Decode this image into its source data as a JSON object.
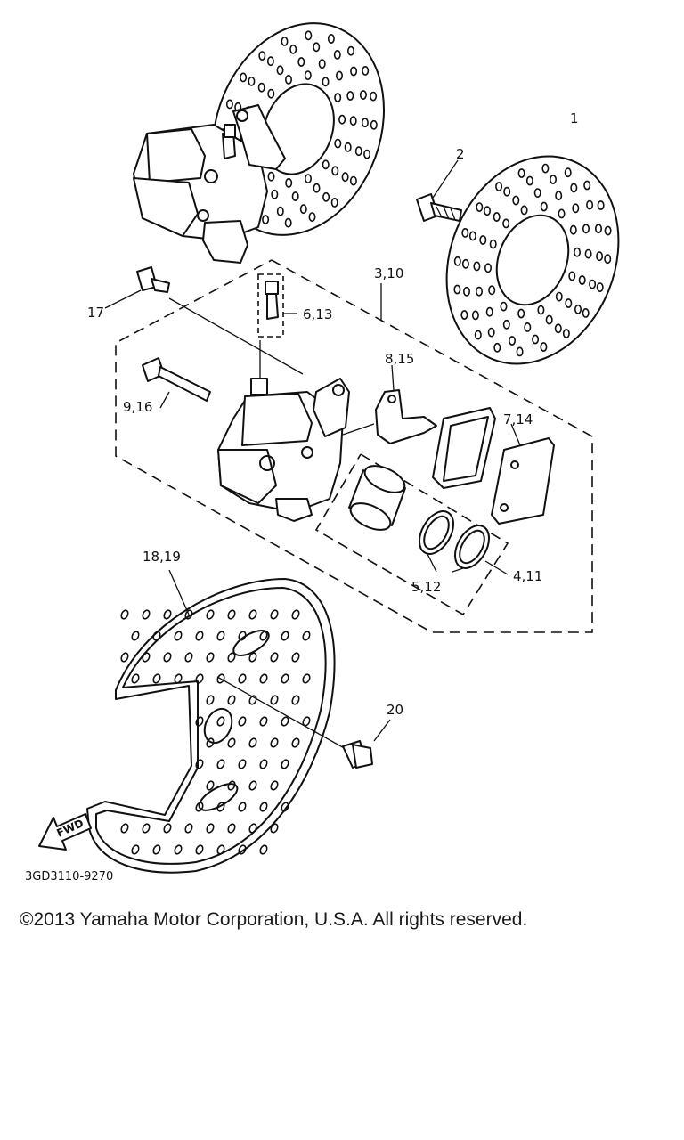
{
  "callouts": {
    "c1": "1",
    "c2": "2",
    "c3": "3,10",
    "c4": "4,11",
    "c5": "5,12",
    "c6": "6,13",
    "c7": "7,14",
    "c8": "8,15",
    "c9": "9,16",
    "c17": "17",
    "c18": "18,19",
    "c20": "20"
  },
  "fwd_label": "FWD",
  "diagram_code": "3GD3110-9270",
  "copyright": "©2013 Yamaha Motor Corporation, U.S.A. All rights reserved."
}
